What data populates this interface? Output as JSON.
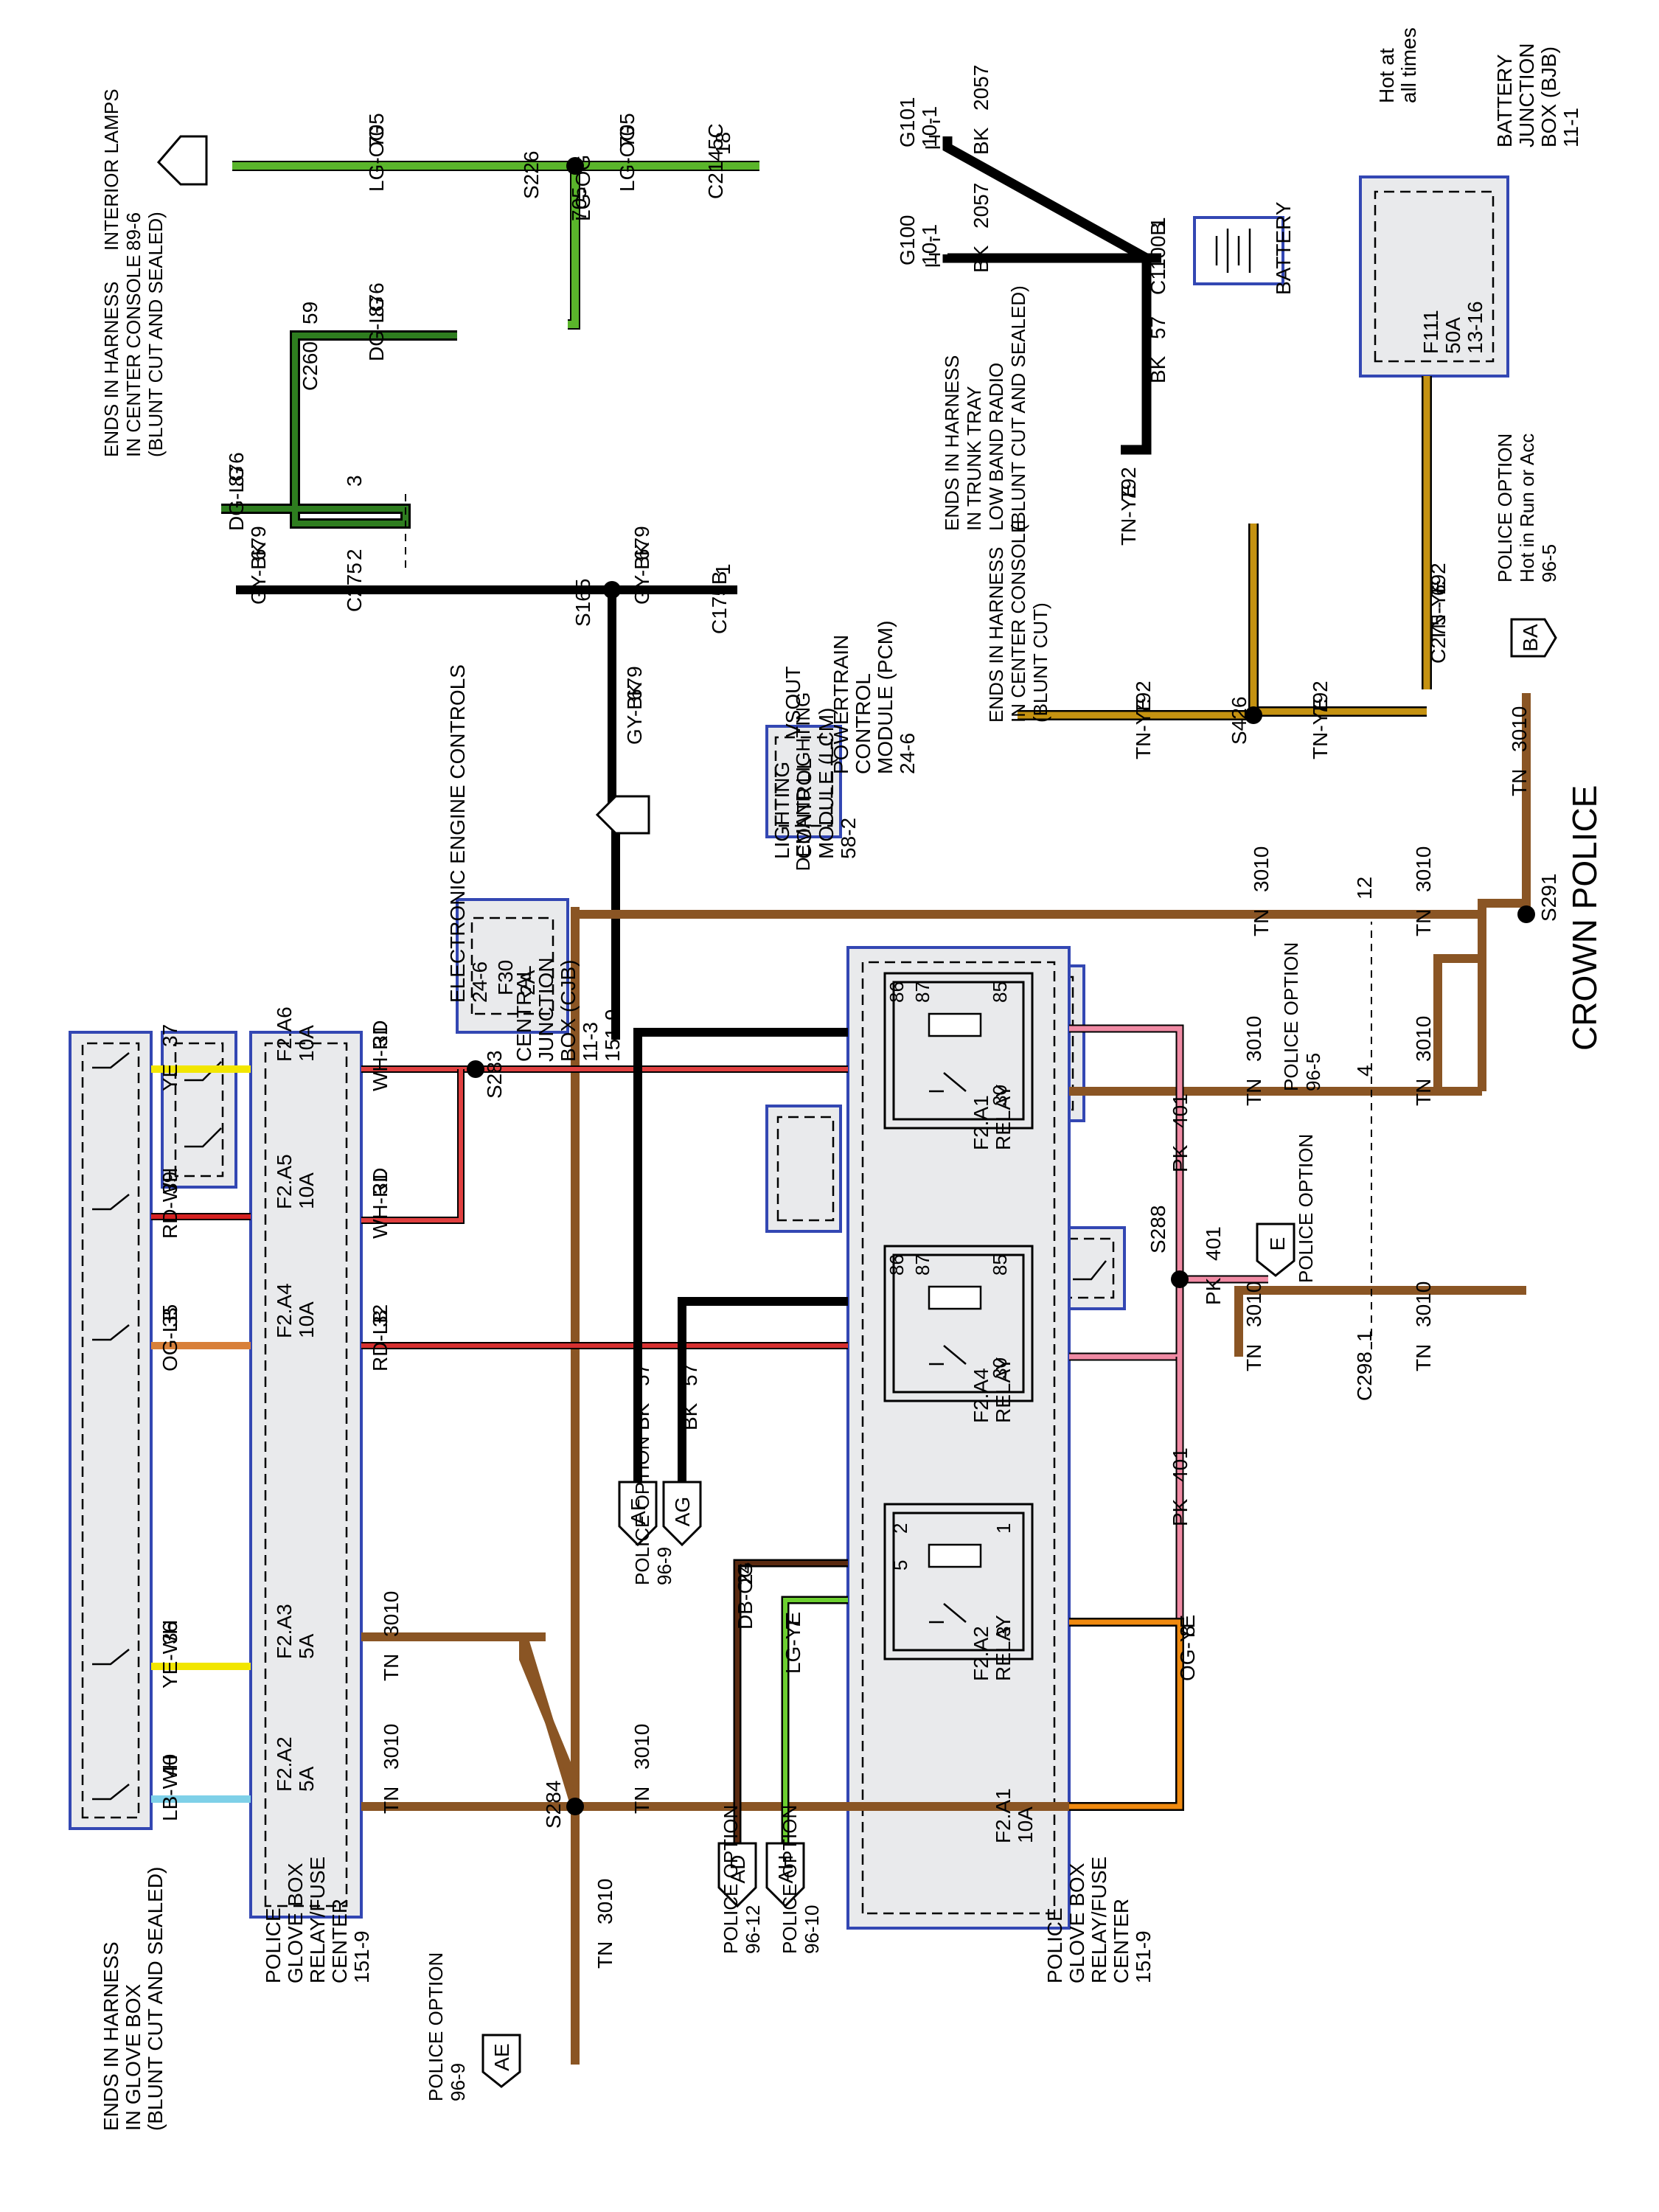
{
  "title": "CROWN POLICE",
  "colors": {
    "LG-OG": "#5ab52b",
    "DG-LG": "#2e7d1f",
    "GY-BK": "#000000",
    "BK": "#000000",
    "TN-YE": "#c59211",
    "TN": "#8a5524",
    "PK": "#f08aa4",
    "WH-RD": "#e04040",
    "RD-WH": "#d62020",
    "RD-LB": "#d63030",
    "OG-LB": "#d8803a",
    "YE": "#f2e600",
    "YE-WH": "#f2e600",
    "LB-WH": "#7ed0e8",
    "DB-OG": "#5a2a10",
    "LG-YE": "#6ccf30",
    "OG-YE": "#f08a10",
    "module_border": "#3347b3"
  },
  "labels": {
    "interior_lamps": [
      "INTERIOR LAMPS",
      "89-6"
    ],
    "lcm": [
      "LIGHTING",
      "CONTROL",
      "MODULE (LCM)",
      "58-2"
    ],
    "lcm_inner": "DEMAND LIGHTING",
    "cjb": [
      "CENTRAL",
      "JUNCTION",
      "BOX (CJB)",
      "11-3",
      "151-9"
    ],
    "f30": "F30",
    "f30_amp": "2A",
    "ends_console_sealed": [
      "ENDS IN HARNESS",
      "IN CENTER CONSOLE",
      "(BLUNT CUT AND SEALED)"
    ],
    "pcm": [
      "POWERTRAIN",
      "CONTROL",
      "MODULE (PCM)",
      "24-6"
    ],
    "vsout": "VSOUT",
    "eec": [
      "ELECTRONIC ENGINE CONTROLS",
      "24-6"
    ],
    "g101": [
      "G101",
      "10-1"
    ],
    "g100": [
      "G100",
      "10-1"
    ],
    "battery": "BATTERY",
    "trunk_tray": [
      "ENDS IN HARNESS",
      "IN TRUNK TRAY",
      "LOW BAND RADIO",
      "(BLUNT CUT AND SEALED)"
    ],
    "console_blunt": [
      "ENDS IN HARNESS",
      "IN CENTER CONSOLE",
      "(BLUNT CUT)"
    ],
    "bjb": [
      "BATTERY",
      "JUNCTION",
      "BOX (BJB)",
      "11-1"
    ],
    "hot_all": [
      "Hot at",
      "all times"
    ],
    "f111": "F111",
    "f111_amp": "50A",
    "f111_pins": "13-16",
    "police_run": [
      "POLICE OPTION",
      "Hot in Run or Acc",
      "96-5"
    ],
    "police_96_5": [
      "POLICE OPTION",
      "96-5"
    ],
    "police_96_9": [
      "POLICE OPTION",
      "96-9"
    ],
    "police_96_9b": [
      "POLICE OPTION",
      "96-9"
    ],
    "police_96_10": [
      "POLICE OPTION",
      "96-10"
    ],
    "police_96_12": [
      "POLICE OPTION",
      "96-12"
    ],
    "police_option_e": "POLICE OPTION",
    "glovebox_center": [
      "POLICE",
      "GLOVE BOX",
      "RELAY/FUSE",
      "CENTER",
      "151-9"
    ],
    "ends_glovebox": [
      "ENDS IN HARNESS",
      "IN GLOVE BOX",
      "(BLUNT CUT AND SEALED)"
    ],
    "relay_a1": [
      "F2.A1",
      "RELAY"
    ],
    "relay_a4": [
      "F2.A4",
      "RELAY"
    ],
    "relay_a2": [
      "F2.A2",
      "RELAY"
    ],
    "fuse_f2a1": [
      "F2.A1",
      "10A"
    ],
    "fuses": [
      [
        "F2.A6",
        "10A"
      ],
      [
        "F2.A5",
        "10A"
      ],
      [
        "F2.A4",
        "10A"
      ],
      [
        "F2.A3",
        "5A"
      ],
      [
        "F2.A2",
        "5A"
      ]
    ]
  },
  "connectors": {
    "s226": "S226",
    "c2145c": "C2145C",
    "c2145c_pin": "18",
    "c260": "C260",
    "c260_pin": "59",
    "c275": "C275",
    "c275_pin3": "3",
    "c275_pin2": "2",
    "s165": "S165",
    "c175b": "C175B",
    "c175b_pin": "1",
    "c1100b": "C1100B",
    "c1100b_pin": "1",
    "c275_6": "C275 - 6",
    "s426": "S426",
    "s291": "S291",
    "c298": "C298",
    "c298_pins": [
      "12",
      "4",
      "1"
    ],
    "s288": "S288",
    "s283": "S283",
    "s284": "S284",
    "ba": "BA",
    "e": "E",
    "af": "AF",
    "ag": "AG",
    "ad": "AD",
    "ah": "AH",
    "ae": "AE",
    "relay_pins": [
      "85",
      "86",
      "87",
      "30"
    ],
    "relay_a2_pins": [
      "1",
      "2",
      "5",
      "3"
    ]
  },
  "wires": {
    "w705a": [
      "705",
      "LG-OG"
    ],
    "w705b": [
      "705",
      "LG-OG"
    ],
    "w705c": [
      "705",
      "LG-OG"
    ],
    "w876a": [
      "876",
      "DG-LG"
    ],
    "w876b": [
      "876",
      "DG-LG"
    ],
    "w679a": [
      "679",
      "GY-BK"
    ],
    "w679b": [
      "679",
      "GY-BK"
    ],
    "w679c": [
      "679",
      "GY-BK"
    ],
    "w2057a": [
      "2057",
      "BK"
    ],
    "w2057b": [
      "2057",
      "BK"
    ],
    "w57": [
      "57",
      "BK"
    ],
    "w792a": [
      "792",
      "TN-YE"
    ],
    "w792b": [
      "792",
      "TN-YE"
    ],
    "w792c": [
      "792",
      "TN-YE"
    ],
    "w792d": [
      "792",
      "TN-YE"
    ],
    "w3010a": [
      "3010",
      "TN"
    ],
    "w3010b": [
      "3010",
      "TN"
    ],
    "w3010c": [
      "3010",
      "TN"
    ],
    "w3010d": [
      "3010",
      "TN"
    ],
    "w3010e": [
      "3010",
      "TN"
    ],
    "w3010f": [
      "3010",
      "TN"
    ],
    "w3010g": [
      "3010",
      "TN"
    ],
    "w3010h": [
      "3010",
      "TN"
    ],
    "w3010i": [
      "3010",
      "TN"
    ],
    "w3010j": [
      "3010",
      "TN"
    ],
    "w3010k": [
      "3010",
      "TN"
    ],
    "w401a": [
      "401",
      "PK"
    ],
    "w401b": [
      "401",
      "PK"
    ],
    "w401c": [
      "401",
      "PK"
    ],
    "w31a": [
      "31",
      "WH-RD"
    ],
    "w31b": [
      "31",
      "WH-RD"
    ],
    "w32": [
      "32",
      "RD-LB"
    ],
    "w37": [
      "37",
      "YE"
    ],
    "w39": [
      "39",
      "RD-WH"
    ],
    "w35": [
      "35",
      "OG-LB"
    ],
    "w36": [
      "36",
      "YE-WH"
    ],
    "w40": [
      "40",
      "LB-WH"
    ],
    "w57af": [
      "57",
      "BK"
    ],
    "w57ag": [
      "57",
      "BK"
    ],
    "w24": [
      "24",
      "DB-OG"
    ],
    "w7": [
      "7",
      "LG-YE"
    ],
    "w8": [
      "8",
      "OG-YE"
    ]
  }
}
